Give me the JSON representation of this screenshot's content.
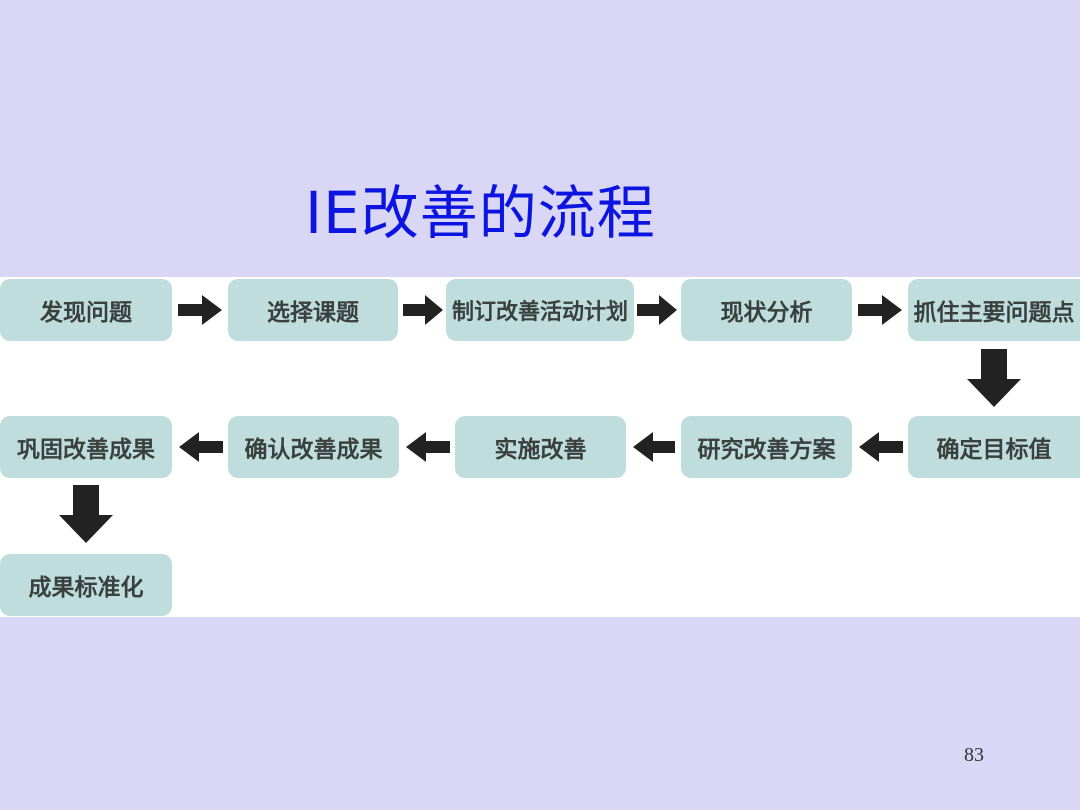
{
  "title": "IE改善的流程",
  "page_number": "83",
  "steps": [
    "发现问题",
    "选择课题",
    "制订改善活动计划",
    "现状分析",
    "抓住主要问题点",
    "确定目标值",
    "研究改善方案",
    "实施改善",
    "确认改善成果",
    "巩固改善成果",
    "成果标准化"
  ],
  "colors": {
    "background": "#d9d7f5",
    "title": "#0b14e0",
    "step_box": "#bfdddd",
    "arrow": "#222222"
  }
}
